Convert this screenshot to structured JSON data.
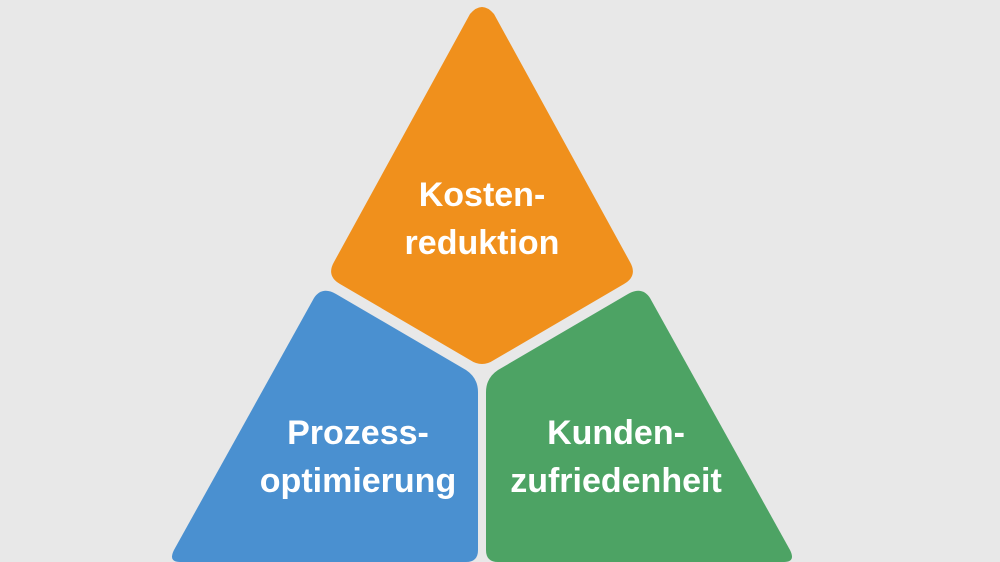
{
  "background_color": "#e8e8e8",
  "segments": {
    "top": {
      "line1": "Kosten-",
      "line2": "reduktion",
      "color": "#f0901c"
    },
    "left": {
      "line1": "Prozess-",
      "line2": "optimierung",
      "color": "#4a90d0"
    },
    "right": {
      "line1": "Kunden-",
      "line2": "zufriedenheit",
      "color": "#4da364"
    }
  }
}
